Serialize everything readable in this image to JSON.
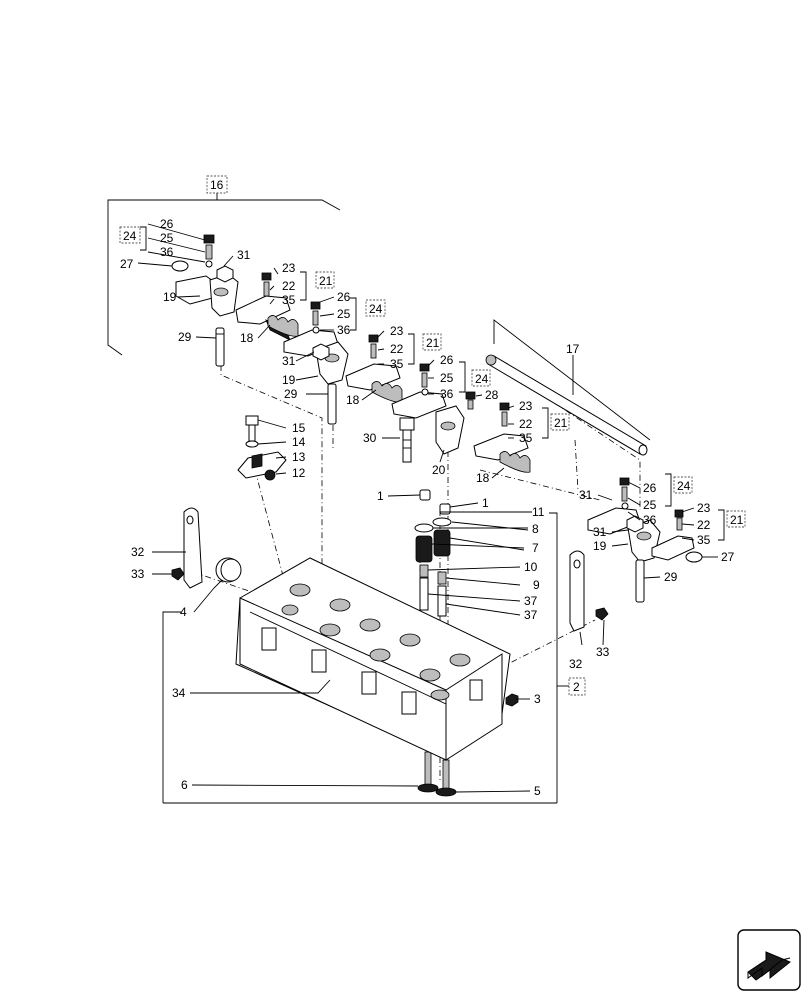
{
  "callouts": {
    "c1a": "1",
    "c1b": "1",
    "c2": "2",
    "c3": "3",
    "c4": "4",
    "c5": "5",
    "c6": "6",
    "c7": "7",
    "c8": "8",
    "c9": "9",
    "c10": "10",
    "c11": "11",
    "c12": "12",
    "c13": "13",
    "c14": "14",
    "c15": "15",
    "c16": "16",
    "c17": "17",
    "c18a": "18",
    "c18b": "18",
    "c18c": "18",
    "c19a": "19",
    "c19b": "19",
    "c19c": "19",
    "c20": "20",
    "c21a": "21",
    "c21b": "21",
    "c21c": "21",
    "c21d": "21",
    "c22a": "22",
    "c22b": "22",
    "c22c": "22",
    "c22d": "22",
    "c23a": "23",
    "c23b": "23",
    "c23c": "23",
    "c23d": "23",
    "c24a": "24",
    "c24b": "24",
    "c24c": "24",
    "c24d": "24",
    "c25a": "25",
    "c25b": "25",
    "c25c": "25",
    "c25d": "25",
    "c26a": "26",
    "c26b": "26",
    "c26c": "26",
    "c26d": "26",
    "c27a": "27",
    "c27b": "27",
    "c28": "28",
    "c29a": "29",
    "c29b": "29",
    "c29c": "29",
    "c30": "30",
    "c31a": "31",
    "c31b": "31",
    "c31c": "31",
    "c32a": "32",
    "c32b": "32",
    "c33a": "33",
    "c33b": "33",
    "c34": "34",
    "c35a": "35",
    "c35b": "35",
    "c35c": "35",
    "c35d": "35",
    "c36a": "36",
    "c36b": "36",
    "c36c": "36",
    "c36d": "36",
    "c37a": "37",
    "c37b": "37"
  },
  "icons": {
    "nav": "next-page-arrow-icon"
  }
}
